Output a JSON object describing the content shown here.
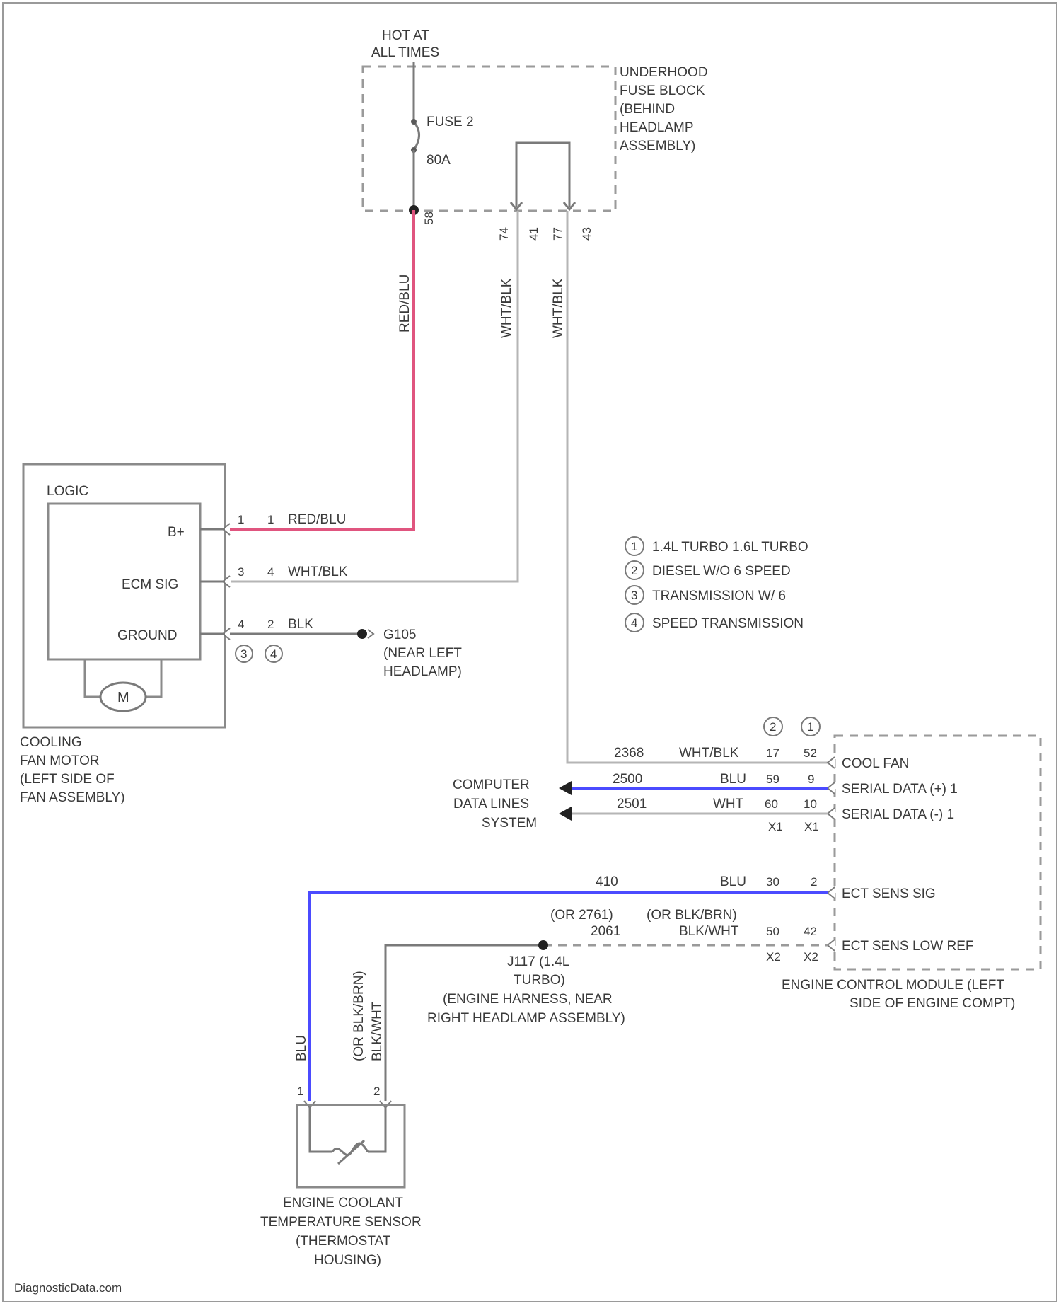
{
  "footer": "DiagnosticData.com",
  "colors": {
    "red_wire": "#e0557f",
    "blue_wire": "#4b4bff",
    "grey_wire": "#b5b5b5"
  },
  "fuse_block": {
    "hot_line1": "HOT AT",
    "hot_line2": "ALL TIMES",
    "title": [
      "UNDERHOOD",
      "FUSE BLOCK",
      "(BEHIND",
      "HEADLAMP",
      "ASSEMBLY)"
    ],
    "fuse_name": "FUSE 2",
    "fuse_rating": "80A",
    "pins": [
      "58",
      "74",
      "41",
      "77",
      "43"
    ]
  },
  "wires_vertical": {
    "red": "RED/BLU",
    "wht1": "WHT/BLK",
    "wht2": "WHT/BLK"
  },
  "fan_motor": {
    "logic": "LOGIC",
    "terminals": [
      "B+",
      "ECM SIG",
      "GROUND"
    ],
    "motor_symbol": "M",
    "caption": [
      "COOLING",
      "FAN MOTOR",
      "(LEFT SIDE OF",
      "FAN ASSEMBLY)"
    ],
    "rows": [
      {
        "pin_a": "1",
        "pin_b": "1",
        "wire": "RED/BLU"
      },
      {
        "pin_a": "3",
        "pin_b": "4",
        "wire": "WHT/BLK"
      },
      {
        "pin_a": "4",
        "pin_b": "2",
        "wire": "BLK"
      }
    ],
    "variant_marks": [
      "3",
      "4"
    ]
  },
  "ground": {
    "name": "G105",
    "line2": "(NEAR LEFT",
    "line3": "HEADLAMP)"
  },
  "legend": [
    {
      "num": "1",
      "text": "1.4L TURBO 1.6L TURBO"
    },
    {
      "num": "2",
      "text": "DIESEL W/O 6 SPEED"
    },
    {
      "num": "3",
      "text": "TRANSMISSION W/ 6"
    },
    {
      "num": "4",
      "text": "SPEED TRANSMISSION"
    }
  ],
  "ecm": {
    "variant_marks": [
      "2",
      "1"
    ],
    "rows": [
      {
        "circuit": "2368",
        "wire": "WHT/BLK",
        "pin_a": "17",
        "pin_b": "52",
        "signal": "COOL FAN"
      },
      {
        "circuit": "2500",
        "wire": "BLU",
        "pin_a": "59",
        "pin_b": "9",
        "signal": "SERIAL DATA (+) 1"
      },
      {
        "circuit": "2501",
        "wire": "WHT",
        "pin_a": "60",
        "pin_b": "10",
        "signal": "SERIAL DATA (-) 1"
      },
      {
        "circuit": "",
        "wire": "",
        "pin_a": "X1",
        "pin_b": "X1",
        "signal": ""
      }
    ],
    "computer_data": [
      "COMPUTER",
      "DATA LINES",
      "SYSTEM"
    ],
    "ect_sig": {
      "circuit": "410",
      "wire": "BLU",
      "pin_a": "30",
      "pin_b": "2",
      "signal": "ECT SENS SIG"
    },
    "ect_low": {
      "circuit_alt": "(OR 2761)",
      "circuit": "2061",
      "wire_alt": "(OR BLK/BRN)",
      "wire": "BLK/WHT",
      "pin_a": "50",
      "pin_b": "42",
      "pin_a2": "X2",
      "pin_b2": "X2",
      "signal": "ECT SENS LOW REF"
    },
    "caption": [
      "ENGINE CONTROL MODULE (LEFT",
      "SIDE OF ENGINE COMPT)"
    ]
  },
  "splice": {
    "line1": "J117 (1.4L",
    "line2": "TURBO)",
    "line3": "(ENGINE HARNESS, NEAR",
    "line4": "RIGHT HEADLAMP ASSEMBLY)"
  },
  "ect_sensor": {
    "wire1": "BLU",
    "wire2a": "(OR BLK/BRN)",
    "wire2b": "BLK/WHT",
    "pin_a": "1",
    "pin_b": "2",
    "caption": [
      "ENGINE COOLANT",
      "TEMPERATURE SENSOR",
      "(THERMOSTAT",
      "HOUSING)"
    ]
  }
}
